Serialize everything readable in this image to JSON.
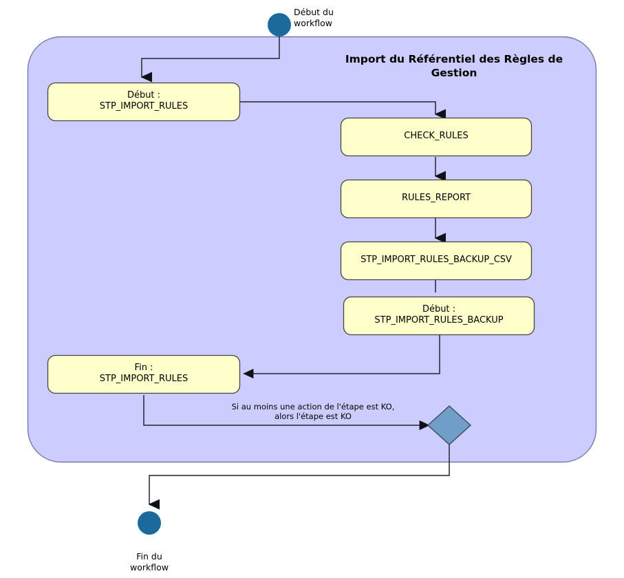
{
  "diagram": {
    "title": "Import du Référentiel des Règles de Gestion",
    "colors": {
      "container_fill": "#ccccff",
      "container_stroke": "#666699",
      "box_fill": "#ffffcc",
      "box_stroke": "#333333",
      "terminal_fill": "#1b6a9c",
      "decision_fill": "#6f9fc8",
      "decision_stroke": "#333333",
      "edge_stroke": "#222233",
      "text": "#000000",
      "page_background": "#ffffff"
    },
    "start_node": {
      "name": "start-terminal",
      "label": "Début du\nworkflow",
      "shape": "circle"
    },
    "end_node": {
      "name": "end-terminal",
      "label": "Fin du\nworkflow",
      "shape": "circle"
    },
    "decision_node": {
      "name": "decision-diamond",
      "label": "",
      "shape": "diamond"
    },
    "boxes": [
      {
        "id": "stp-import-rules-start",
        "label": "Début :\nSTP_IMPORT_RULES"
      },
      {
        "id": "check-rules",
        "label": "CHECK_RULES"
      },
      {
        "id": "rules-report",
        "label": "RULES_REPORT"
      },
      {
        "id": "stp-import-rules-backup-csv",
        "label": "STP_IMPORT_RULES_BACKUP_CSV"
      },
      {
        "id": "stp-import-rules-backup-start",
        "label": "Début :\nSTP_IMPORT_RULES_BACKUP"
      },
      {
        "id": "stp-import-rules-end",
        "label": "Fin :\nSTP_IMPORT_RULES"
      }
    ],
    "edge_notes": [
      {
        "id": "ko-condition",
        "label": "Si au moins une action de l'étape est KO,\nalors l'étape est KO"
      }
    ]
  }
}
